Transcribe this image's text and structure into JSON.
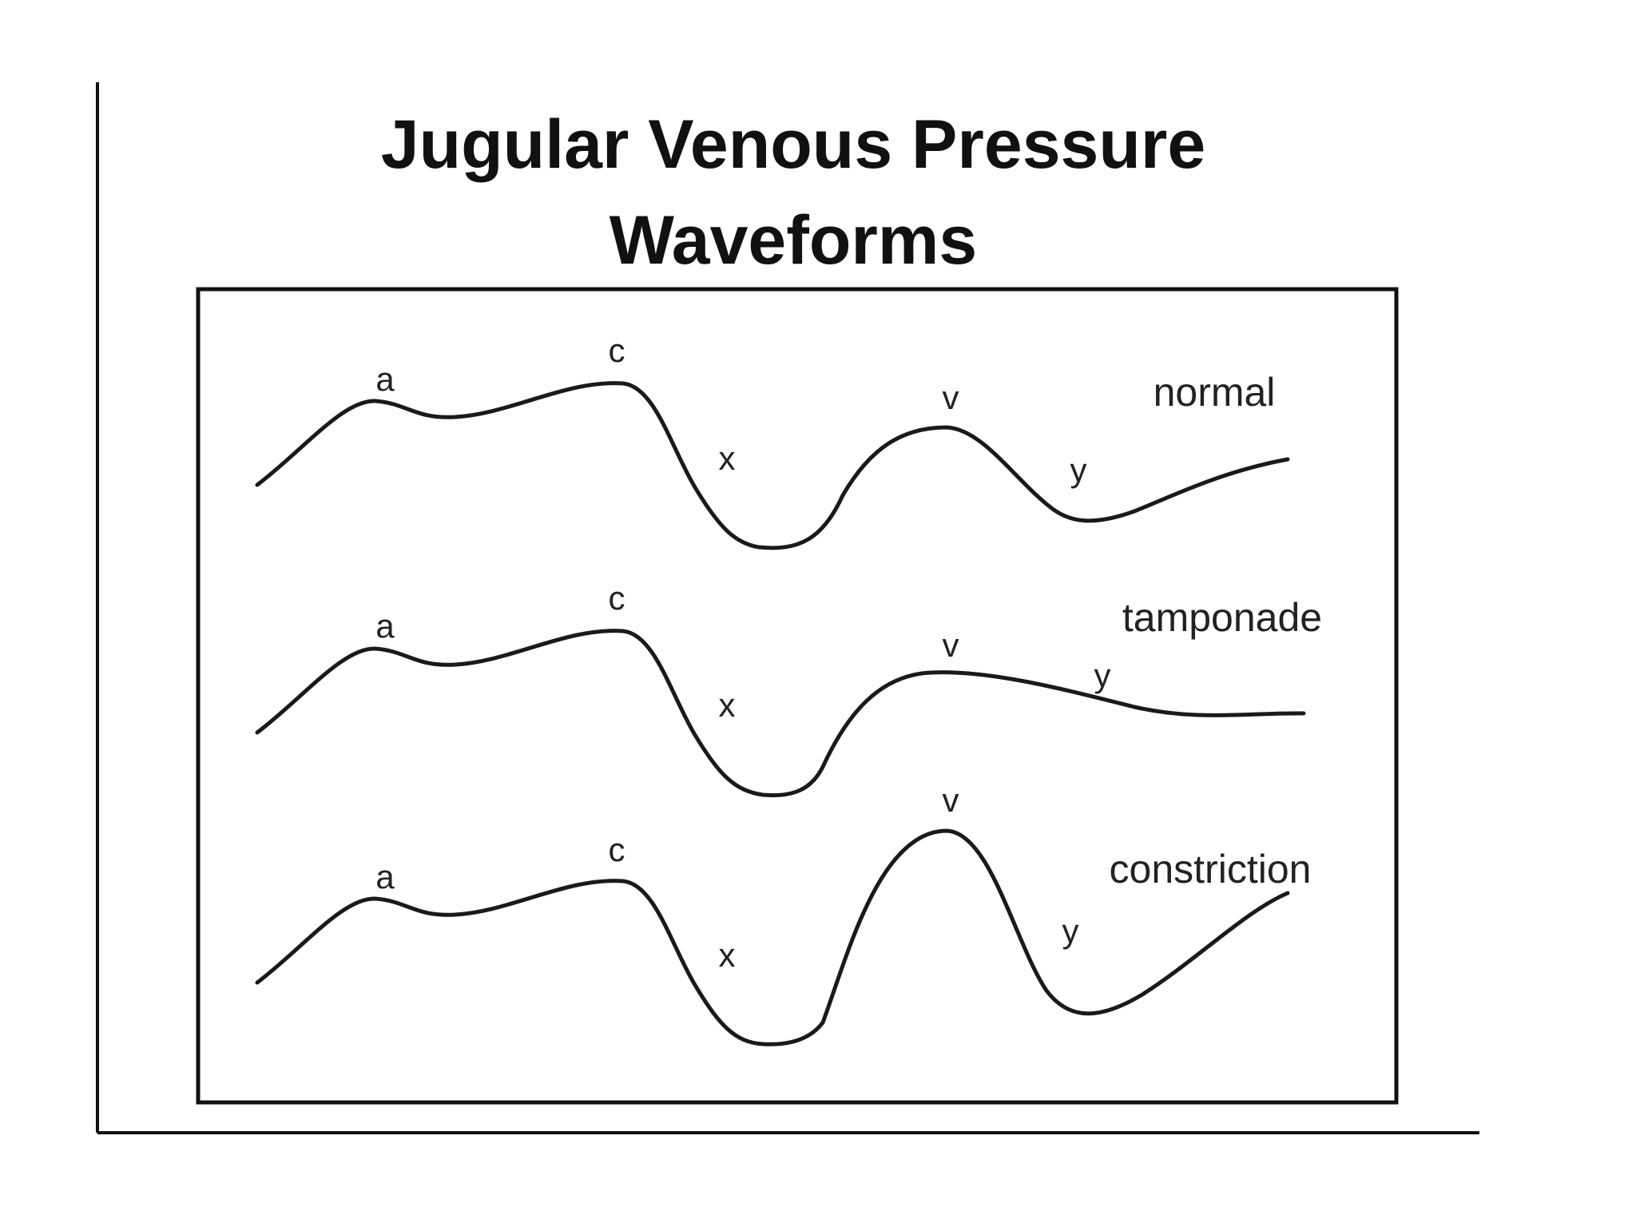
{
  "title": {
    "line1": "Jugular Venous Pressure",
    "line2": "Waveforms"
  },
  "waveforms": [
    {
      "label": "normal",
      "points": {
        "a": "a",
        "c": "c",
        "x": "x",
        "v": "v",
        "y": "y"
      }
    },
    {
      "label": "tamponade",
      "points": {
        "a": "a",
        "c": "c",
        "x": "x",
        "v": "v",
        "y": "y"
      }
    },
    {
      "label": "constriction",
      "points": {
        "a": "a",
        "c": "c",
        "x": "x",
        "v": "v",
        "y": "y"
      }
    }
  ]
}
